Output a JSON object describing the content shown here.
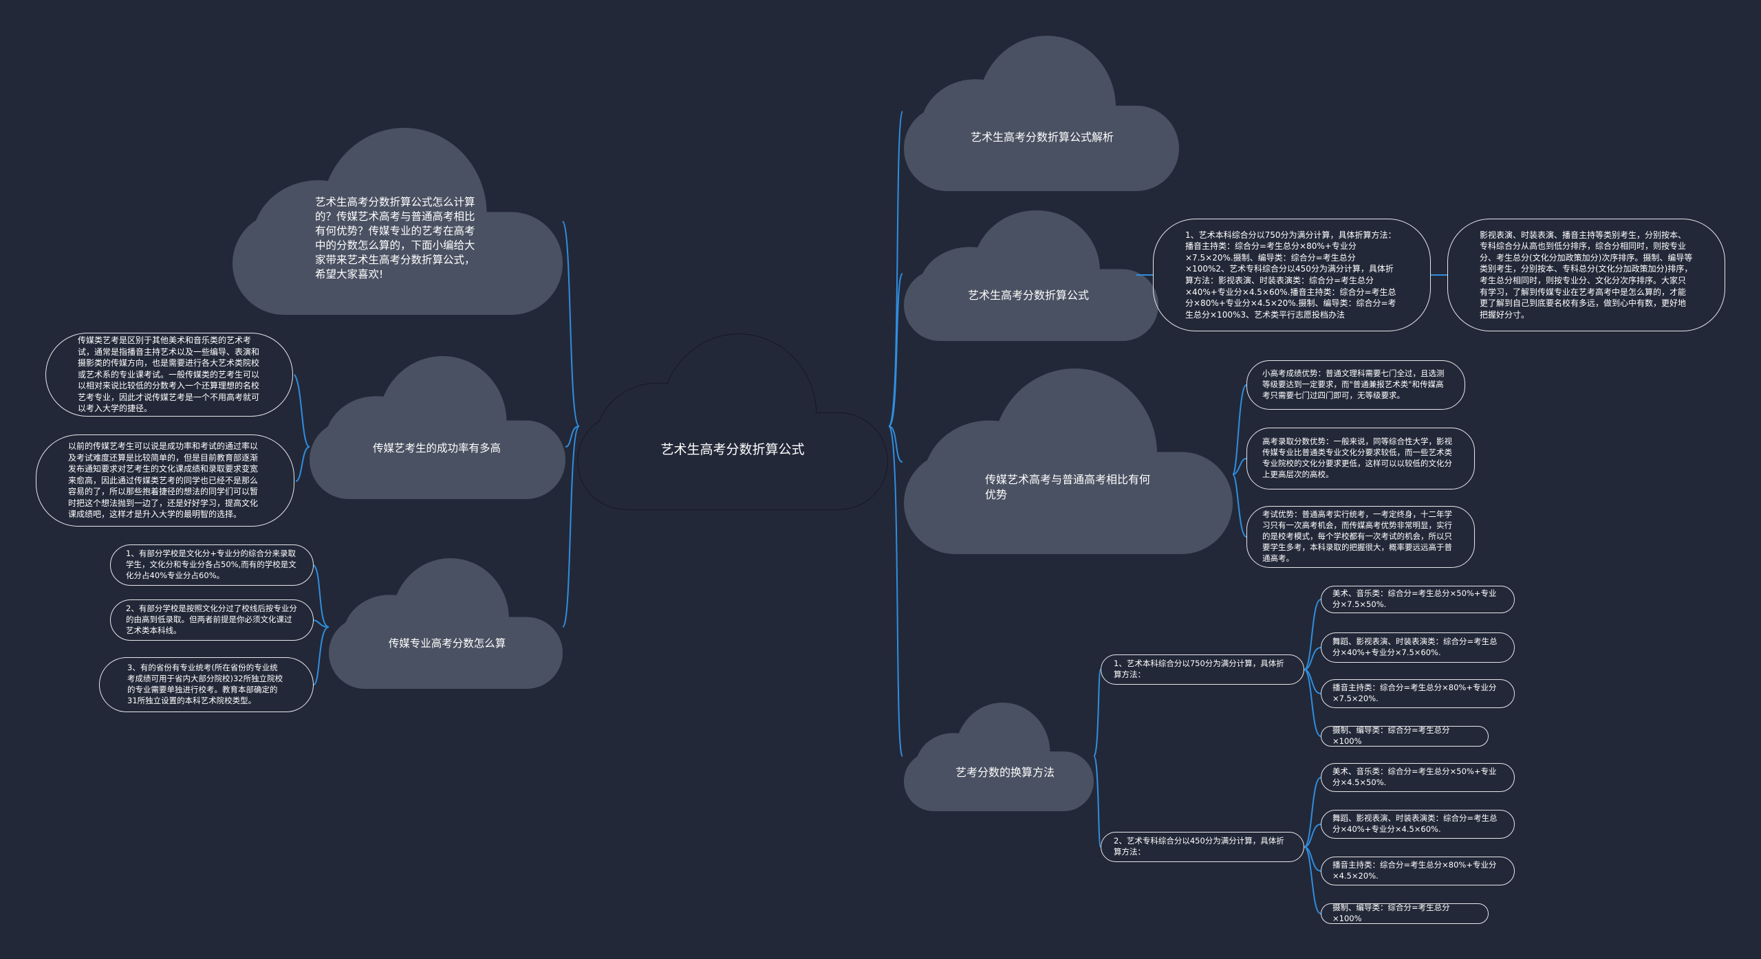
{
  "central": {
    "label": "艺术生高考分数折算公式"
  },
  "left": {
    "intro": {
      "label": "艺术生高考分数折算公式怎么计算的？传媒艺术高考与普通高考相比有何优势？传媒专业的艺考在高考中的分数怎么算的，下面小编给大家带来艺术生高考分数折算公式，希望大家喜欢!"
    },
    "success": {
      "label": "传媒艺考生的成功率有多高",
      "children": [
        "传媒类艺考是区别于其他美术和音乐类的艺术考试，通常是指播音主持艺术以及一些编导、表演和摄影类的传媒方向，也是需要进行各大艺术类院校或艺术系的专业课考试。一般传媒类的艺考生可以以相对来说比较低的分数考入一个还算理想的名校艺考专业，因此才说传媒艺考是一个不用高考就可以考入大学的捷径。",
        "以前的传媒艺考生可以说是成功率和考试的通过率以及考试难度还算是比较简单的，但是目前教育部逐渐发布通知要求对艺考生的文化课成绩和录取要求变宽来愈高，因此通过传媒类艺考的同学也已经不是那么容易的了，所以那些抱着捷径的想法的同学们可以暂时把这个想法抛到一边了，还是好好学习，提高文化课成绩吧，这样才是升入大学的最明智的选择。"
      ]
    },
    "media_score": {
      "label": "传媒专业高考分数怎么算",
      "children": [
        "1、有部分学校是文化分+专业分的综合分来录取学生，文化分和专业分各占50%,而有的学校是文化分占40%专业分占60%。",
        "2、有部分学校是按照文化分过了校线后按专业分的由高到低录取。但两者前提是你必须文化课过艺术类本科线。",
        "3、有的省份有专业统考(所在省份的专业统考成绩可用于省内大部分院校)32所独立院校的专业需要单独进行校考。教育本部确定的31所独立设置的本科艺术院校类型。"
      ]
    }
  },
  "right": {
    "analysis": {
      "label": "艺术生高考分数折算公式解析"
    },
    "formula": {
      "label": "艺术生高考分数折算公式",
      "child": "1、艺术本科综合分以750分为满分计算，具体折算方法：播音主持类：综合分=考生总分×80%+专业分×7.5×20%.摄制、编导类：综合分=考生总分×100%2、艺术专科综合分以450分为满分计算，具体折算方法：影视表演、时装表演类：综合分=考生总分×40%+专业分×4.5×60%.播音主持类：综合分=考生总分×80%+专业分×4.5×20%.摄制、编导类：综合分=考生总分×100%3、艺术类平行志愿投档办法",
      "grandchild": "影视表演、时装表演、播音主持等类别考生，分别按本、专科综合分从高也到低分排序，综合分相同时，则按专业分、考生总分(文化分加政策加分)次序排序。摄制、编导等类别考生，分别按本、专科总分(文化分加政策加分)排序，考生总分相同时，则按专业分、文化分次序排序。大家只有学习，了解到传媒专业在艺考高考中是怎么算的，才能更了解到自己到底要名校有多远，做到心中有数，更好地把握好分寸。"
    },
    "advantages": {
      "label": "传媒艺术高考与普通高考相比有何优势",
      "children": [
        "小高考成绩优势：普通文理科需要七门全过，且选测等级要达到一定要求，而\"普通兼报艺术类\"和传媒高考只需要七门过四门即可，无等级要求。",
        "高考录取分数优势：一般来说，同等综合性大学，影视传媒专业比普通类专业文化分要求较低，而一些艺术类专业院校的文化分要求更低，这样可以以较低的文化分上更高层次的高校。",
        "考试优势：普通高考实行统考，一考定终身，十二年学习只有一次高考机会，而传媒高考优势非常明显，实行的是校考模式，每个学校都有一次考试的机会，所以只要学生多考，本科录取的把握很大，概率要远远高于普通高考。"
      ]
    },
    "conversion": {
      "label": "艺考分数的换算方法",
      "bachelor": {
        "label": "1、艺术本科综合分以750分为满分计算，具体折算方法：",
        "children": [
          "美术、音乐类：综合分=考生总分×50%+专业分×7.5×50%.",
          "舞蹈、影视表演、时装表演类：综合分=考生总分×40%+专业分×7.5×60%.",
          "播音主持类：综合分=考生总分×80%+专业分×7.5×20%.",
          "摄制、编导类：综合分=考生总分×100%"
        ]
      },
      "associate": {
        "label": "2、艺术专科综合分以450分为满分计算，具体折算方法：",
        "children": [
          "美术、音乐类：综合分=考生总分×50%+专业分×4.5×50%.",
          "舞蹈、影视表演、时装表演类：综合分=考生总分×40%+专业分×4.5×60%.",
          "播音主持类：综合分=考生总分×80%+专业分×4.5×20%.",
          "摄制、编导类：综合分=考生总分×100%"
        ]
      }
    }
  },
  "colors": {
    "background": "#232838",
    "cloud": "#4a5162",
    "connector": "#2f8fe0",
    "pill_border": "#e8e8ec",
    "text": "#ffffff"
  }
}
